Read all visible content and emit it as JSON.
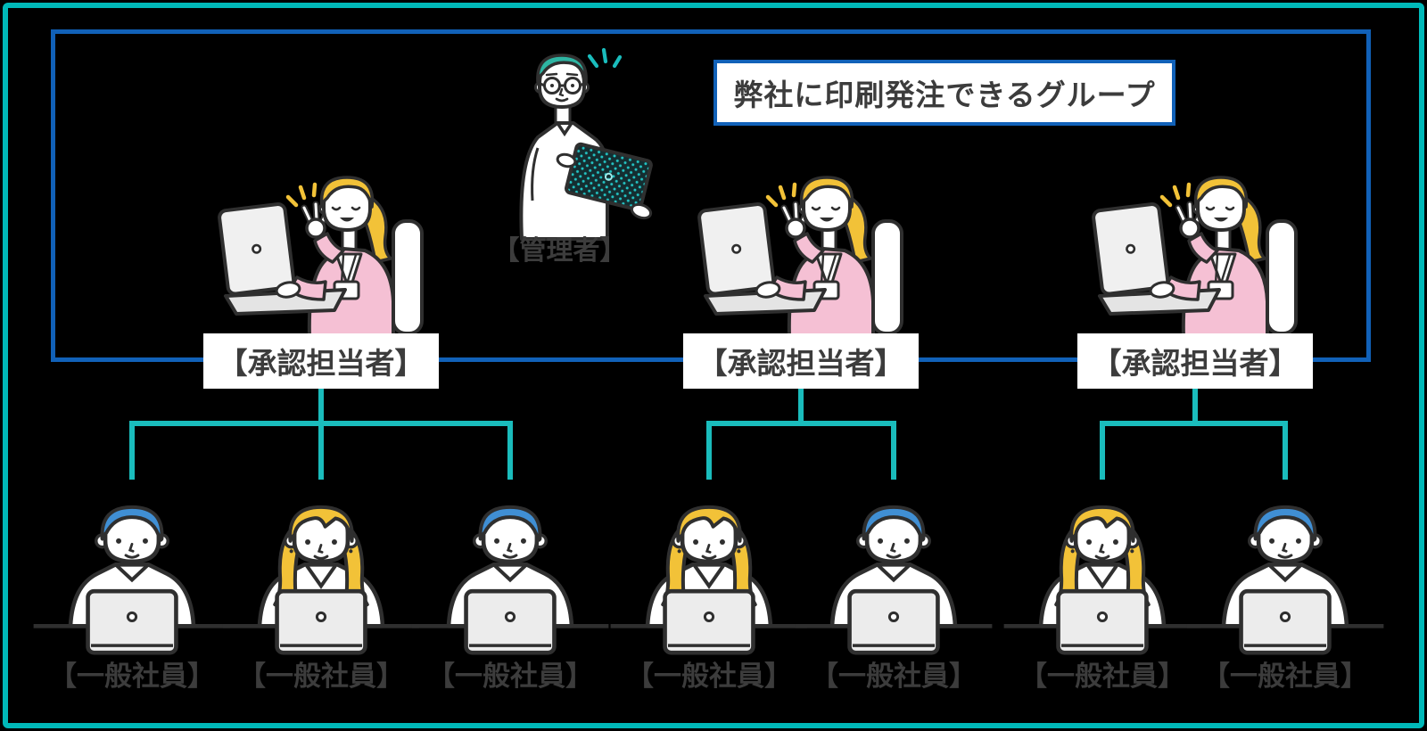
{
  "banner": {
    "label": "弊社に印刷発注できるグループ"
  },
  "manager": {
    "label": "【管理者】"
  },
  "approvers": [
    {
      "label": "【承認担当者】"
    },
    {
      "label": "【承認担当者】"
    },
    {
      "label": "【承認担当者】"
    }
  ],
  "employees": [
    {
      "label": "【一般社員】",
      "variant": "man"
    },
    {
      "label": "【一般社員】",
      "variant": "woman"
    },
    {
      "label": "【一般社員】",
      "variant": "man"
    },
    {
      "label": "【一般社員】",
      "variant": "woman"
    },
    {
      "label": "【一般社員】",
      "variant": "man"
    },
    {
      "label": "【一般社員】",
      "variant": "woman"
    },
    {
      "label": "【一般社員】",
      "variant": "man"
    }
  ],
  "colors": {
    "outer_border": "#00b9b9",
    "inner_border": "#1161b8",
    "connector": "#1abcbc",
    "label_text": "#3c3c3c",
    "hair_blue": "#408fd4",
    "hair_yellow": "#f2c238",
    "hair_teal": "#2eb5a3",
    "cardigan_pink": "#f5c0d4"
  }
}
